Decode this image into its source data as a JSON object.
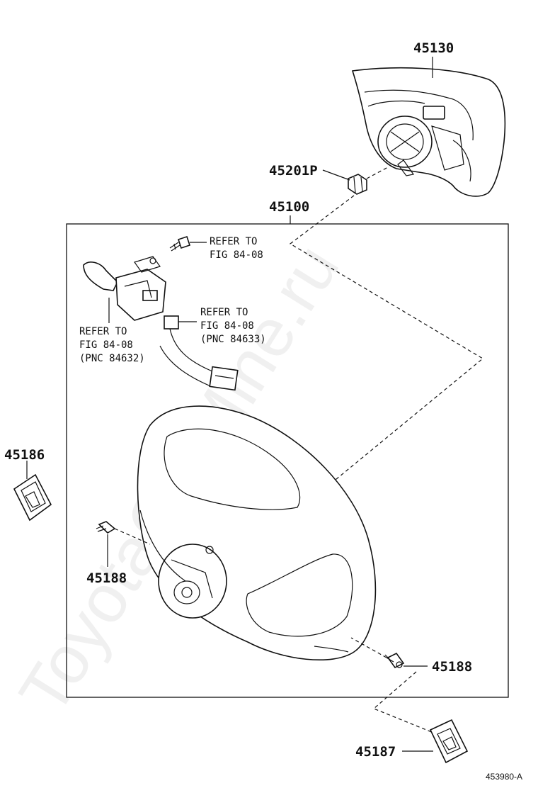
{
  "diagram": {
    "part_numbers": {
      "p45130": "45130",
      "p45201p": "45201P",
      "p45100": "45100",
      "p45186": "45186",
      "p45188_left": "45188",
      "p45188_right": "45188",
      "p45187": "45187"
    },
    "refer_top": {
      "line1": "REFER TO",
      "line2": "FIG 84-08"
    },
    "refer_mid": {
      "line1": "REFER TO",
      "line2": "FIG 84-08",
      "line3": "(PNC 84633)"
    },
    "refer_left": {
      "line1": "REFER TO",
      "line2": "FIG 84-08",
      "line3": "(PNC 84632)"
    },
    "figure_code": "453980-A",
    "watermark": "ToyotaCarMine.ru"
  }
}
